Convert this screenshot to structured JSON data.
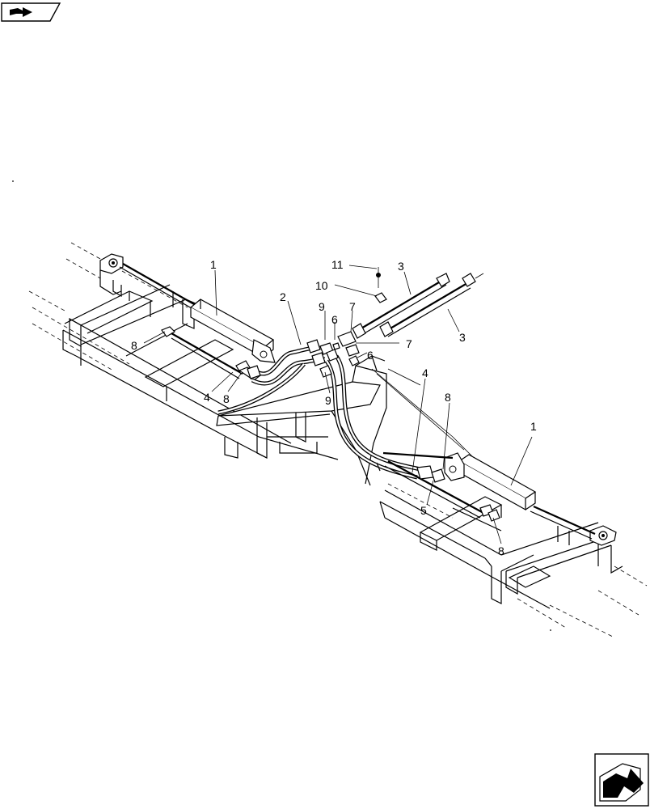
{
  "nav_icons": {
    "top_left": "back-arrow-icon",
    "bottom_right": "next-page-arrow-icon"
  },
  "callouts": [
    {
      "id": "c1a",
      "text": "1"
    },
    {
      "id": "c1b",
      "text": "1"
    },
    {
      "id": "c2",
      "text": "2"
    },
    {
      "id": "c3a",
      "text": "3"
    },
    {
      "id": "c3b",
      "text": "3"
    },
    {
      "id": "c4a",
      "text": "4"
    },
    {
      "id": "c4b",
      "text": "4"
    },
    {
      "id": "c5",
      "text": "5"
    },
    {
      "id": "c6a",
      "text": "6"
    },
    {
      "id": "c6b",
      "text": "6"
    },
    {
      "id": "c7a",
      "text": "7"
    },
    {
      "id": "c7b",
      "text": "7"
    },
    {
      "id": "c8a",
      "text": "8"
    },
    {
      "id": "c8b",
      "text": "8"
    },
    {
      "id": "c8c",
      "text": "8"
    },
    {
      "id": "c8d",
      "text": "8"
    },
    {
      "id": "c9a",
      "text": "9"
    },
    {
      "id": "c9b",
      "text": "9"
    },
    {
      "id": "c10",
      "text": "10"
    },
    {
      "id": "c11",
      "text": "11"
    }
  ]
}
